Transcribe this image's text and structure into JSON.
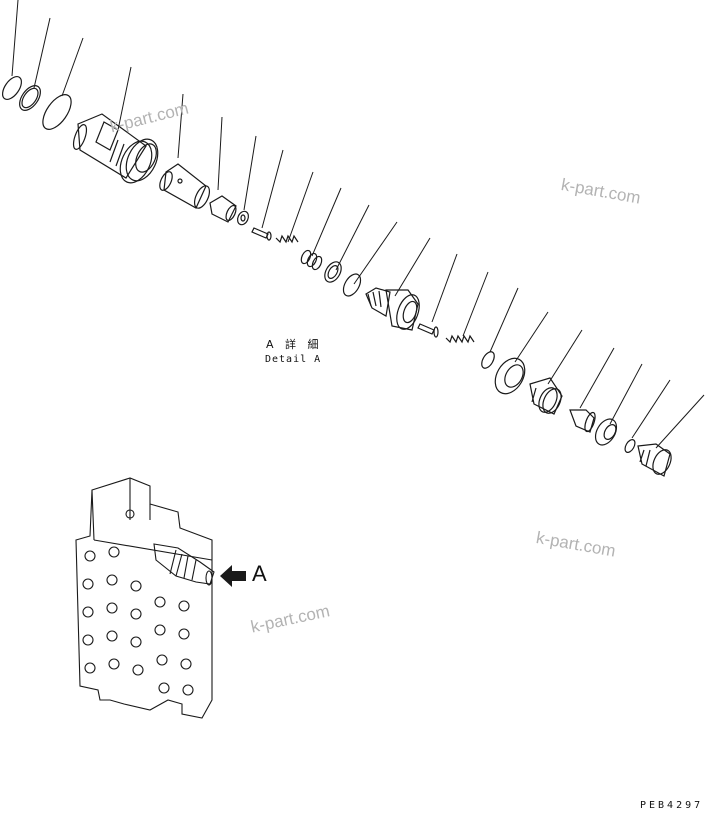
{
  "detail": {
    "label_jp": "A 詳 細",
    "label_en": "Detail A"
  },
  "view_arrow_label": "A",
  "drawing_code": "PEB4297",
  "watermarks": [
    "k-part.com",
    "k-part.com",
    "k-part.com",
    "k-part.com"
  ],
  "colors": {
    "line": "#1a1a1a",
    "shade": "#cfcfcf",
    "watermark": "#b3b3b3"
  }
}
